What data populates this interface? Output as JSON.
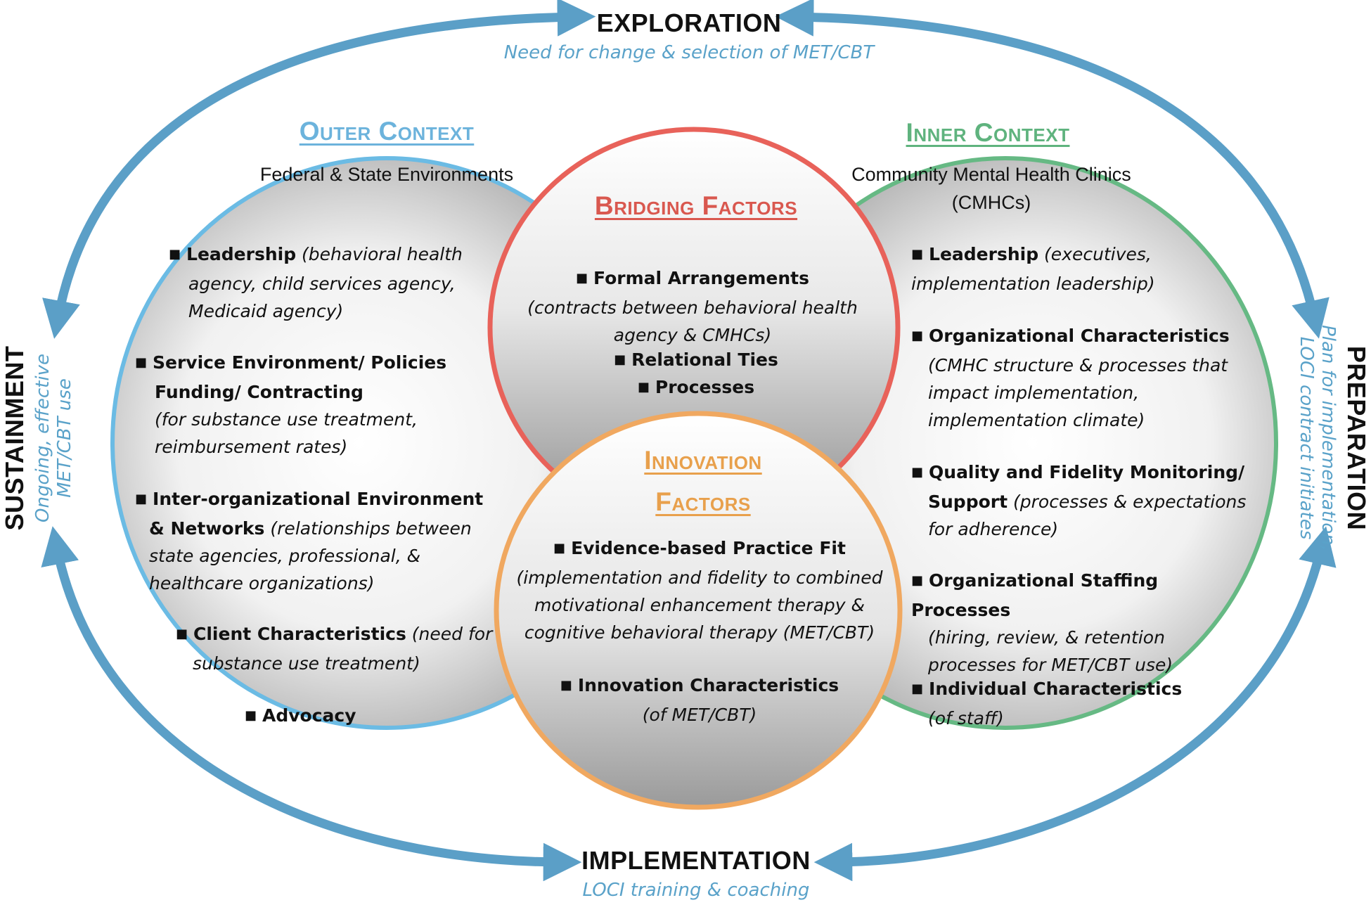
{
  "phases": {
    "exploration": {
      "title": "EXPLORATION",
      "subtitle": "Need for change & selection of MET/CBT"
    },
    "preparation": {
      "title": "PREPARATION",
      "subtitle_line1": "Plan for implementation,",
      "subtitle_line2": "LOCI contract initiates"
    },
    "implementation": {
      "title": "IMPLEMENTATION",
      "subtitle": "LOCI training & coaching"
    },
    "sustainment": {
      "title": "SUSTAINMENT",
      "subtitle_line1": "Ongoing, effective",
      "subtitle_line2": "MET/CBT use"
    }
  },
  "outer": {
    "title": "Outer Context",
    "subtitle": "Federal & State Environments",
    "items": [
      {
        "bold": "Leadership",
        "rest1": " (behavioral health",
        "rest2": "agency, child services agency,",
        "rest3": "Medicaid agency)"
      },
      {
        "bold1": "Service Environment/ Policies",
        "bold2": "Funding/ Contracting",
        "rest1": "(for substance use treatment,",
        "rest2": "reimbursement rates)"
      },
      {
        "bold1": "Inter-organizational Environment",
        "bold2": "& Networks",
        "rest1": " (relationships between",
        "rest2": "state agencies, professional, &",
        "rest3": "healthcare organizations)"
      },
      {
        "bold": "Client Characteristics",
        "rest1": " (need for",
        "rest2": "substance use treatment)"
      },
      {
        "bold": "Advocacy"
      }
    ]
  },
  "bridging": {
    "title": "Bridging Factors",
    "items": [
      {
        "bold": "Formal Arrangements",
        "rest1": "(contracts between behavioral health",
        "rest2": "agency & CMHCs)"
      },
      {
        "bold": "Relational Ties"
      },
      {
        "bold": "Processes"
      }
    ]
  },
  "innovation": {
    "title1": "Innovation",
    "title2": "Factors",
    "items": [
      {
        "bold": "Evidence-based Practice Fit",
        "rest1": "(implementation and fidelity to combined",
        "rest2": "motivational enhancement therapy &",
        "rest3": "cognitive behavioral therapy (MET/CBT)"
      },
      {
        "bold": "Innovation Characteristics",
        "rest1": "(of MET/CBT)"
      }
    ]
  },
  "inner": {
    "title": "Inner Context",
    "subtitle1": "Community Mental Health Clinics",
    "subtitle2": "(CMHCs)",
    "items": [
      {
        "bold": "Leadership",
        "rest1": " (executives,",
        "rest2": "implementation leadership)"
      },
      {
        "bold": "Organizational Characteristics",
        "rest1": "(CMHC structure & processes that",
        "rest2": "impact implementation,",
        "rest3": "implementation climate)"
      },
      {
        "bold1": "Quality and Fidelity Monitoring/",
        "bold2": "Support",
        "rest1": " (processes & expectations",
        "rest2": "for adherence)"
      },
      {
        "bold": "Organizational Staffing Processes",
        "rest1": "(hiring, review, & retention",
        "rest2": "processes for MET/CBT use)"
      },
      {
        "bold": "Individual Characteristics",
        "rest1": "(of staff)"
      }
    ]
  },
  "colors": {
    "arrow": "#5b9fc7",
    "outer": "#6bbbe4",
    "outer_title": "#6cb3dc",
    "inner": "#66b984",
    "inner_title": "#5fb37e",
    "bridging": "#e8625a",
    "bridging_title": "#d9584f",
    "innovation": "#f0a860",
    "innovation_title": "#e8a04c"
  }
}
